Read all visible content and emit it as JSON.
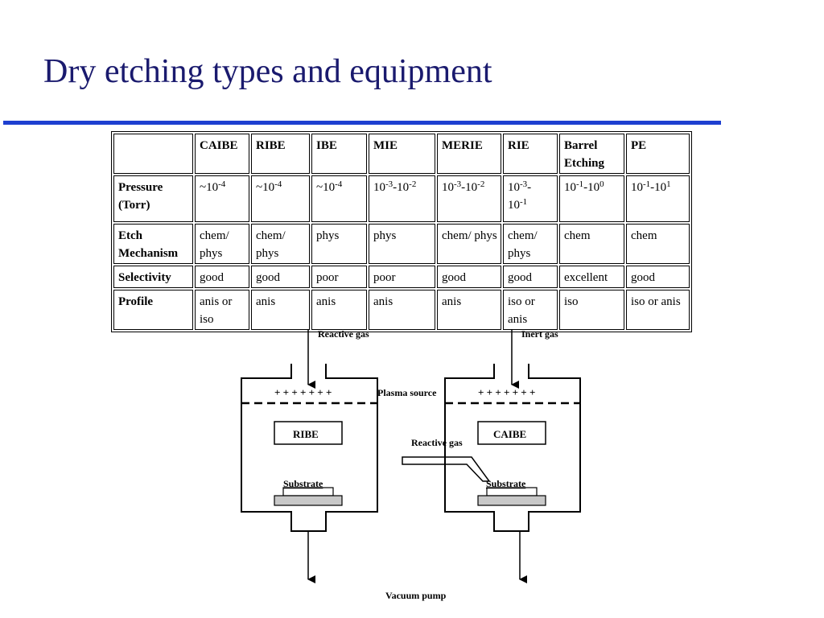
{
  "title": "Dry etching types and equipment",
  "table": {
    "headers": [
      "",
      "CAIBE",
      "RIBE",
      "IBE",
      "MIE",
      "MERIE",
      "RIE",
      "Barrel Etching",
      "PE"
    ],
    "rows": [
      {
        "label": "Pressure (Torr)",
        "cells": [
          {
            "base": "~10",
            "exp": "-4"
          },
          {
            "base": "~10",
            "exp": "-4"
          },
          {
            "base": "~10",
            "exp": "-4"
          },
          {
            "a": "10",
            "ae": "-3",
            "b": "-10",
            "be": "-2"
          },
          {
            "a": "10",
            "ae": "-3",
            "b": "-10",
            "be": "-2"
          },
          {
            "a": "10",
            "ae": "-3",
            "b": "-10",
            "be": "-1"
          },
          {
            "a": "10",
            "ae": "-1",
            "b": "-10",
            "be": "0"
          },
          {
            "a": "10",
            "ae": "-1",
            "b": "-10",
            "be": "1"
          }
        ]
      },
      {
        "label": "Etch Mechanism",
        "cells": [
          "chem/ phys",
          "chem/ phys",
          "phys",
          "phys",
          "chem/ phys",
          "chem/ phys",
          "chem",
          "chem"
        ]
      },
      {
        "label": "Selectivity",
        "cells": [
          "good",
          "good",
          "poor",
          "poor",
          "good",
          "good",
          "excellent",
          "good"
        ]
      },
      {
        "label": "Profile",
        "cells": [
          "anis or iso",
          "anis",
          "anis",
          "anis",
          "anis",
          "iso or anis",
          "iso",
          "iso or anis"
        ]
      }
    ]
  },
  "diagram": {
    "reactive_gas_top": "Reactive gas",
    "inert_gas": "Inert gas",
    "plasma_source": "Plasma source",
    "plus_signs": "+ + + + + + +",
    "ribe_label": "RIBE",
    "caibe_label": "CAIBE",
    "reactive_gas_side": "Reactive gas",
    "substrate_left": "Substrate",
    "substrate_right": "Substrate",
    "vacuum_pump": "Vacuum pump"
  }
}
